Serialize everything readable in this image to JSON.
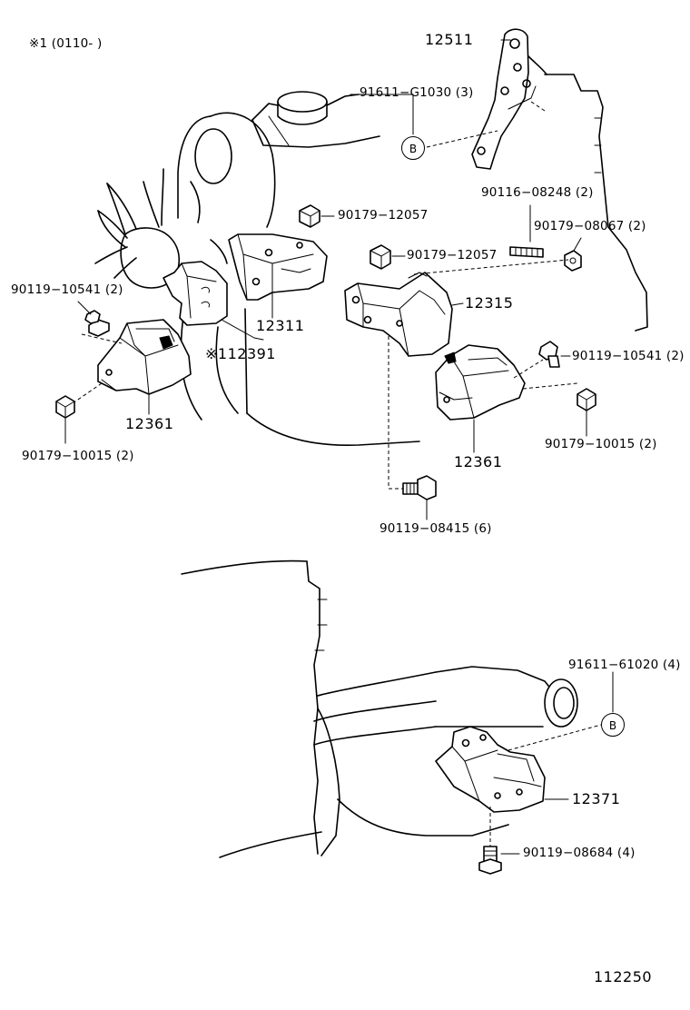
{
  "note": "※1 (0110-        )",
  "callouts": {
    "c12511": "12511",
    "c91611g1030": "91611−G1030 (3)",
    "c90179_12057a": "90179−12057",
    "c90116": "90116−08248 (2)",
    "c90179_12057b": "90179−12057",
    "c90179_08067": "90179−08067 (2)",
    "c90119_10541_l": "90119−10541 (2)",
    "c12315": "12315",
    "c12311": "12311",
    "c112391": "※112391",
    "c90119_10541_r": "90119−10541 (2)",
    "c12361_l": "12361",
    "c90179_10015_l": "90179−10015 (2)",
    "c90179_10015_r": "90179−10015 (2)",
    "c12361_r": "12361",
    "c90119_08415": "90119−08415 (6)",
    "c91611_61020": "91611−61020 (4)",
    "c12371": "12371",
    "c90119_08684": "90119−08684 (4)"
  },
  "markers": {
    "b1": "B",
    "b2": "B"
  },
  "figure_number": "112250"
}
